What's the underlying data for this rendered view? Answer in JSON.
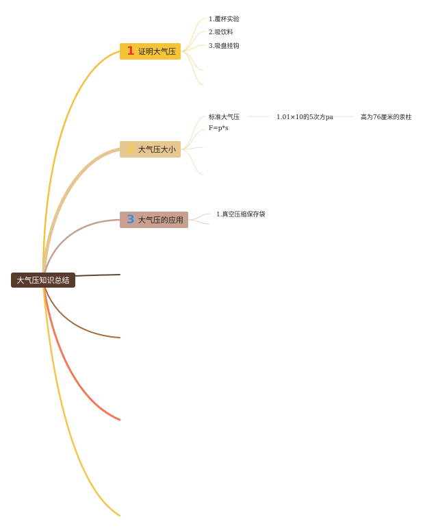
{
  "root": {
    "label": "大气压知识总结",
    "color": "#5b3a2e"
  },
  "branches": [
    {
      "number": "1",
      "label": "证明大气压",
      "bg": "#f6c336",
      "numColor": "#e23b2e",
      "children": [
        "1.覆杯实验",
        "2.吸饮料",
        "3.吸盘挂钩"
      ]
    },
    {
      "number": "2",
      "label": "大气压大小",
      "bg": "#e8c690",
      "numColor": "#f4cf4a",
      "children": [
        "标准大气压",
        "F=p*s"
      ],
      "chain": [
        "1.01×10的5次方pa",
        "高为76厘米的汞柱"
      ]
    },
    {
      "number": "3",
      "label": "大气压的应用",
      "bg": "#c9a090",
      "numColor": "#3b8fd6",
      "children": [
        "1.真空压缩保存袋"
      ]
    }
  ],
  "colors": {
    "b1": "#f4c03e",
    "b2": "#e5c591",
    "b3": "#c4a090",
    "e4": "#5b463c",
    "e5": "#a06a3c",
    "e6": "#f07a5a",
    "e7": "#f4c54a"
  }
}
